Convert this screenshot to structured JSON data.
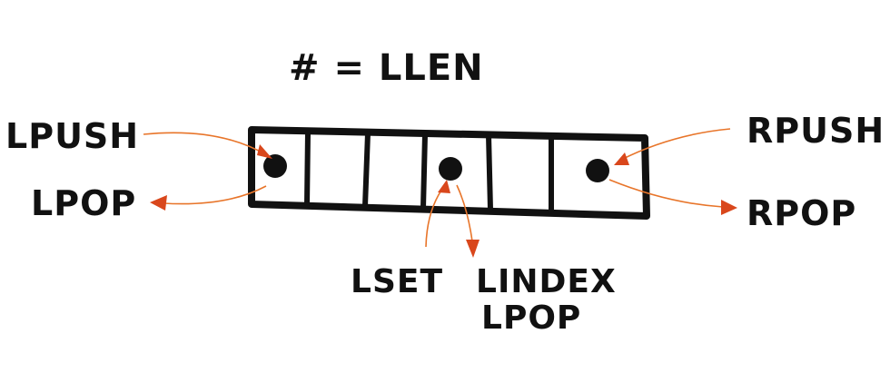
{
  "diagram": {
    "title": "# = LLEN",
    "labels": {
      "lpush": "LPUSH",
      "lpop_left": "LPOP",
      "rpush": "RPUSH",
      "rpop": "RPOP",
      "lset": "LSET",
      "lindex": "LINDEX",
      "lpop_bottom": "LPOP"
    },
    "list_cells": 6,
    "filled_cells": [
      1,
      4,
      6
    ],
    "colors": {
      "ink": "#111111",
      "arrow": "#e8752a",
      "arrowhead": "#d9471c",
      "background": "#ffffff"
    }
  }
}
